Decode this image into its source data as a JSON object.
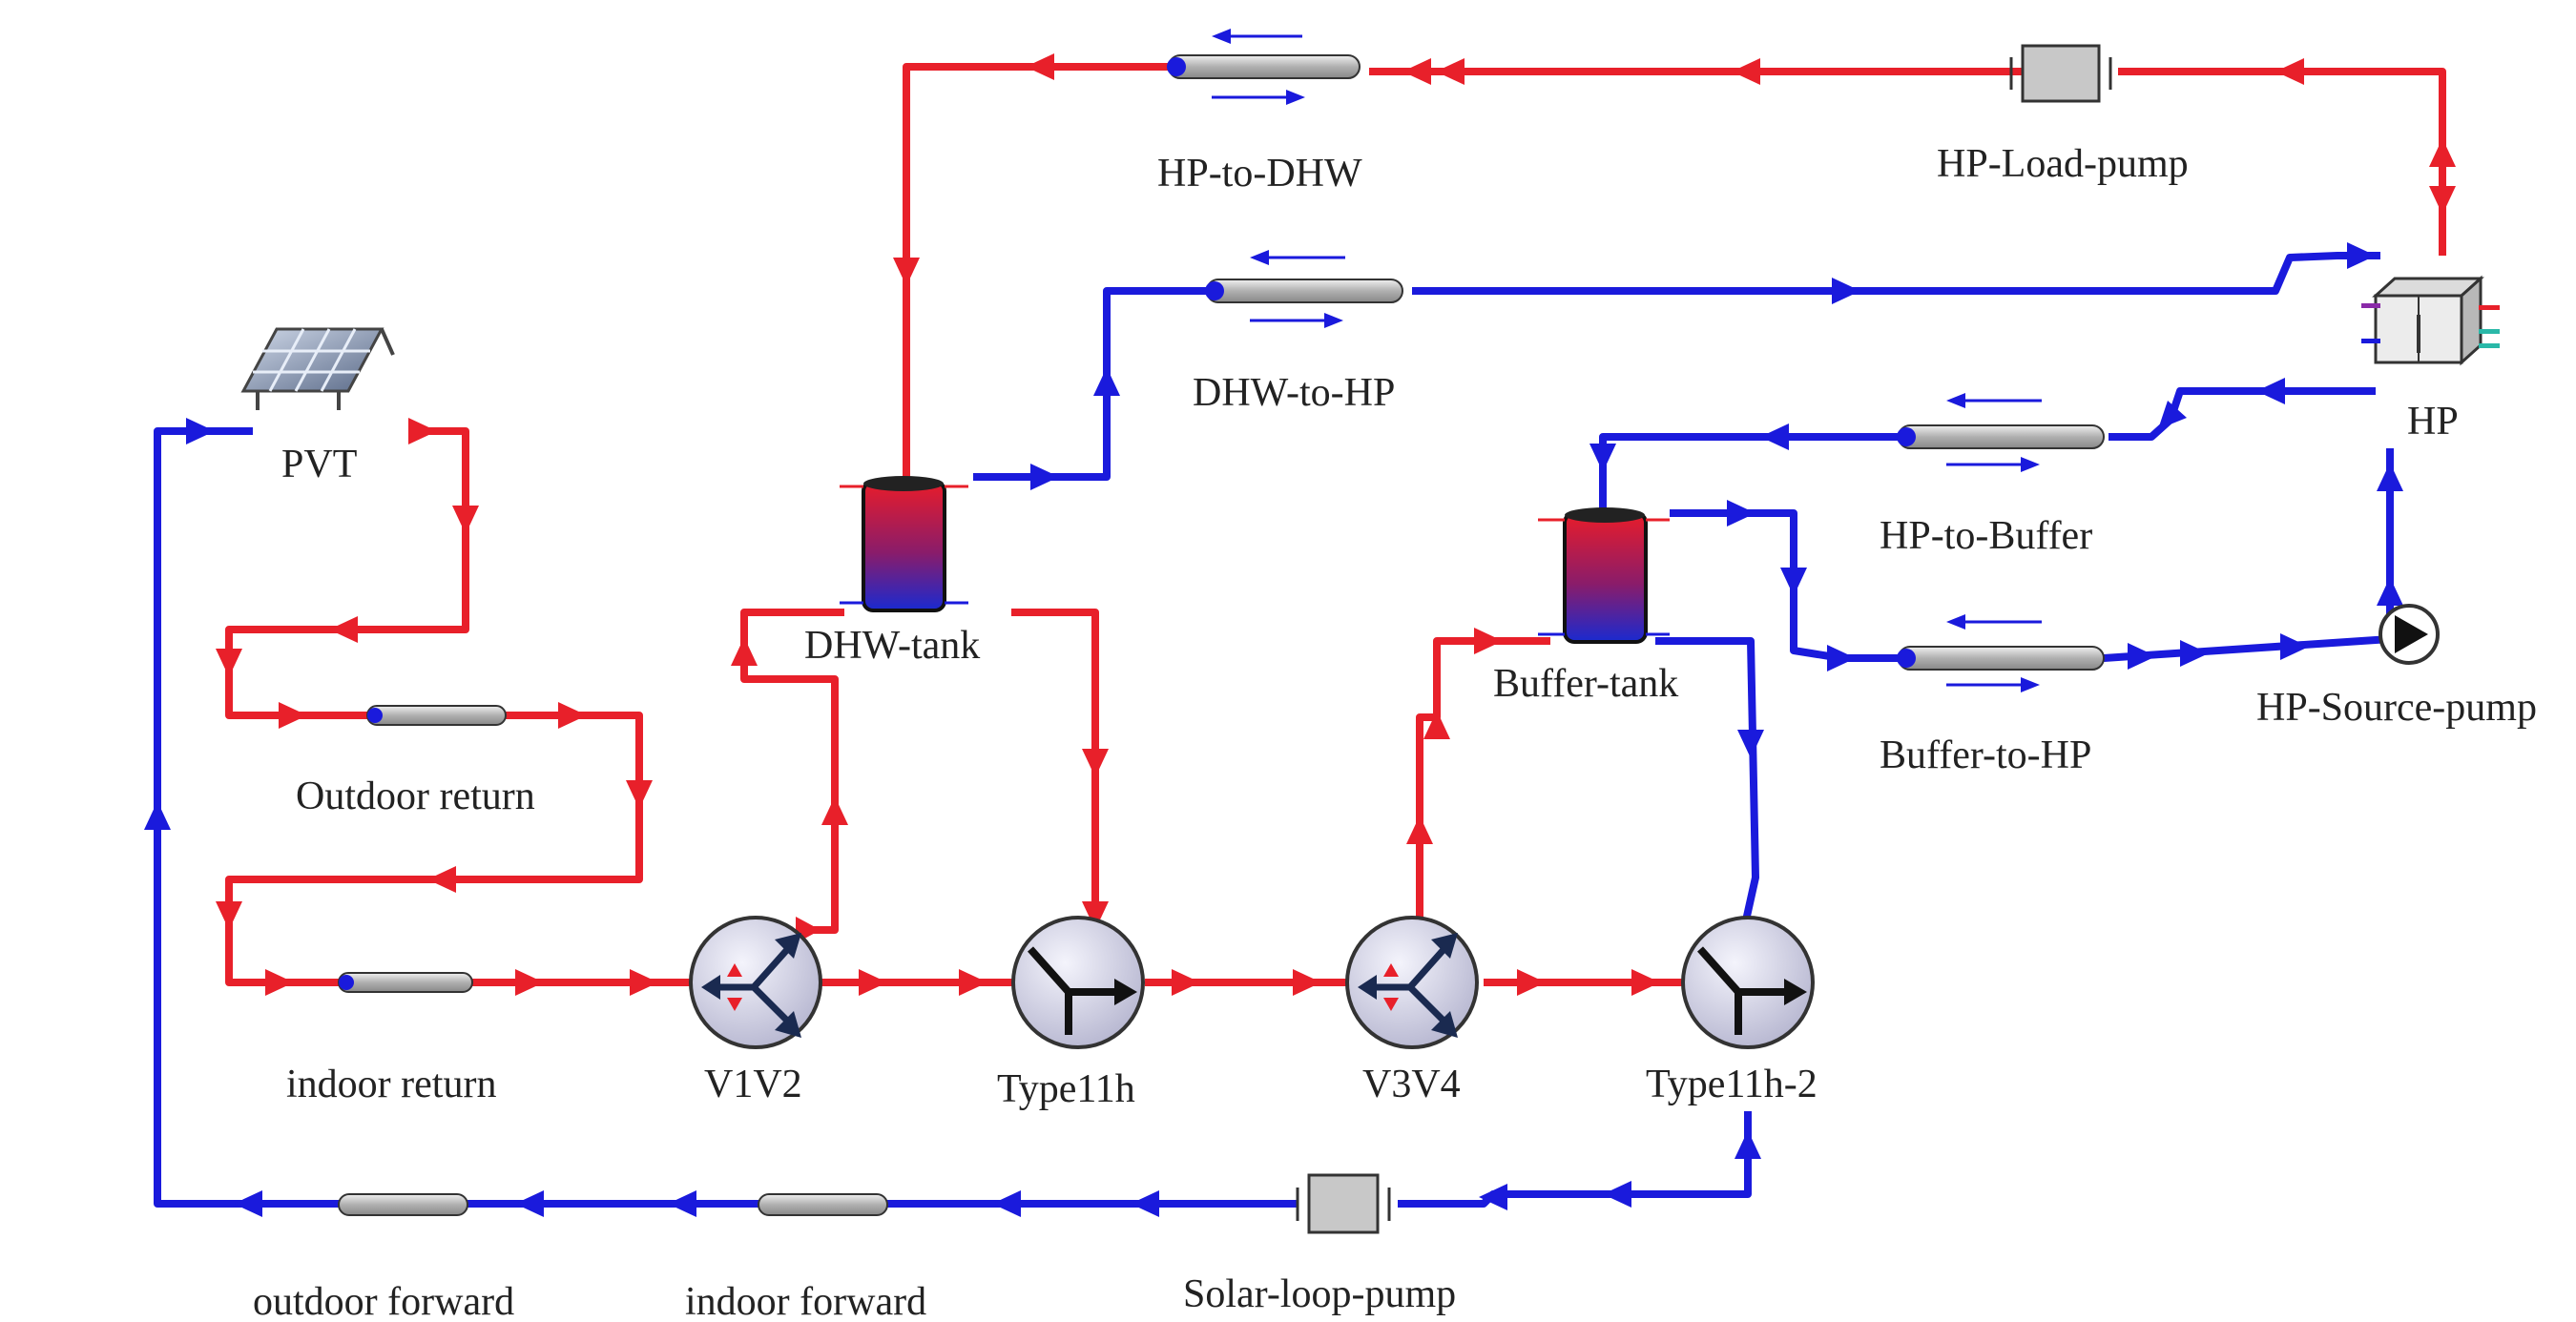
{
  "labels": {
    "hp_to_dhw": "HP-to-DHW",
    "hp_load_pump": "HP-Load-pump",
    "dhw_to_hp": "DHW-to-HP",
    "pvt": "PVT",
    "hp": "HP",
    "hp_to_buffer": "HP-to-Buffer",
    "dhw_tank": "DHW-tank",
    "buffer_tank": "Buffer-tank",
    "hp_source_pump": "HP-Source-pump",
    "buffer_to_hp": "Buffer-to-HP",
    "outdoor_return": "Outdoor return",
    "indoor_return": "indoor return",
    "v1v2": "V1V2",
    "type11h": "Type11h",
    "v3v4": "V3V4",
    "type11h_2": "Type11h-2",
    "outdoor_forward": "outdoor forward",
    "indoor_forward": "indoor forward",
    "solar_loop_pump": "Solar-loop-pump"
  },
  "colors": {
    "hot_pipe": "#e8202a",
    "cold_pipe": "#1a1adc",
    "component_grey": "#c8c8c8"
  }
}
